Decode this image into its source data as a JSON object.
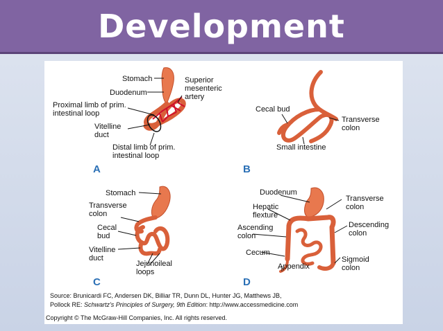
{
  "slide": {
    "title": "Development"
  },
  "figure": {
    "panels": [
      {
        "letter": "A",
        "labels": [
          "Stomach",
          "Duodenum",
          "Superior",
          "mesenteric",
          "artery",
          "Proximal limb of prim.",
          "intestinal loop",
          "Vitelline",
          "duct",
          "Distal limb of prim.",
          "intestinal loop"
        ]
      },
      {
        "letter": "B",
        "labels": [
          "Cecal bud",
          "Transverse",
          "colon",
          "Small intestine"
        ]
      },
      {
        "letter": "C",
        "labels": [
          "Stomach",
          "Transverse",
          "colon",
          "Cecal",
          "bud",
          "Vitelline",
          "duct",
          "Jejunoileal",
          "loops"
        ]
      },
      {
        "letter": "D",
        "labels": [
          "Duodenum",
          "Transverse",
          "colon",
          "Hepatic",
          "flexture",
          "Descending",
          "colon",
          "Ascending",
          "colon",
          "Cecum",
          "Sigmoid",
          "colon",
          "Appendix"
        ]
      }
    ],
    "source": {
      "line1": "Source: Brunicardi FC, Andersen DK, Billiar TR, Dunn DL, Hunter JG, Matthews JB,",
      "line2_prefix": "Pollock RE: ",
      "line2_book": "Schwartz's Principles of Surgery, 9th Edition",
      "line2_suffix": ": http://www.accessmedicine.com",
      "copyright": "Copyright © The McGraw-Hill Companies, Inc. All rights reserved."
    },
    "colors": {
      "gut": "#e8784e",
      "artery": "#d0102a",
      "panel_letter": "#2a6fb5",
      "title_bar": "#8064a2"
    }
  }
}
